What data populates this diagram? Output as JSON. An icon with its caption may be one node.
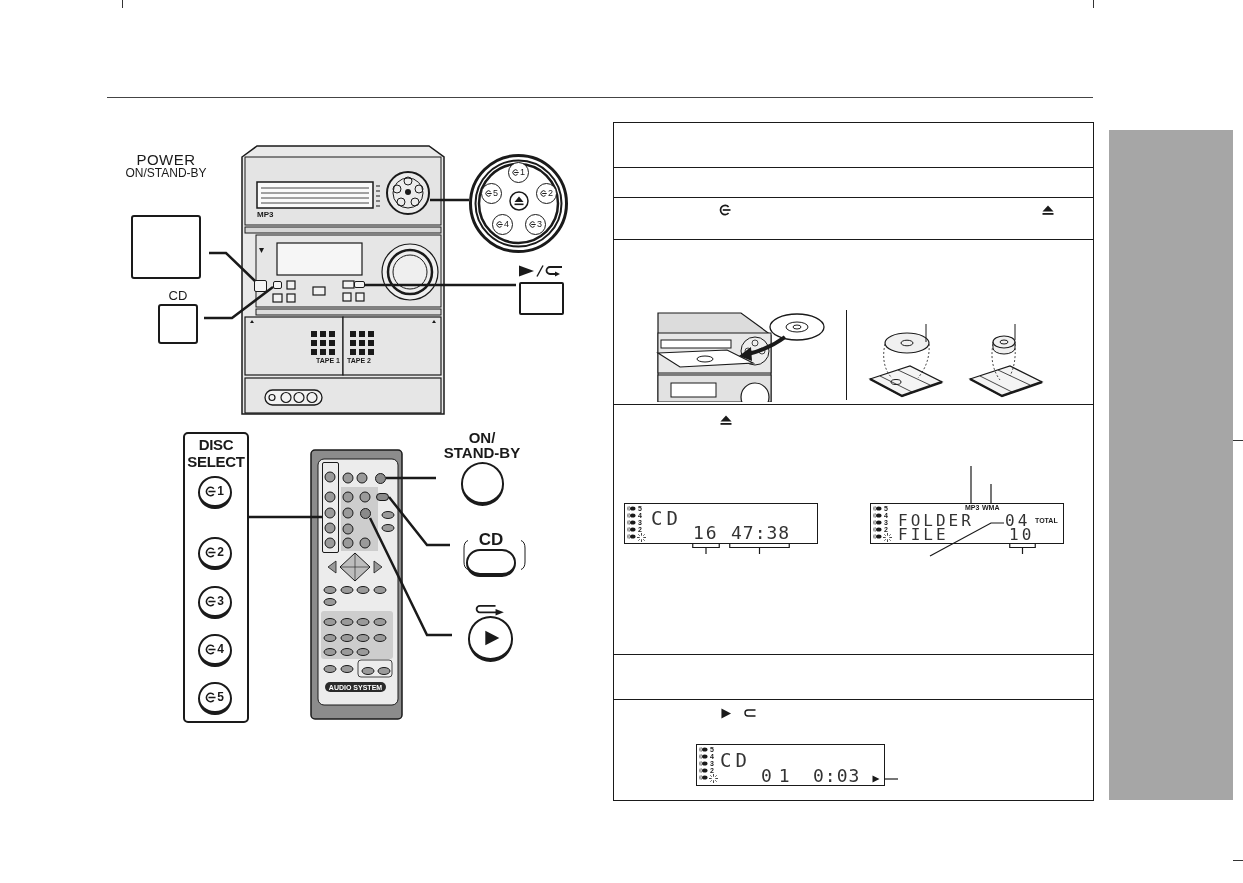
{
  "diagram": {
    "nodes": [
      {
        "text": [
          "POWER",
          "ON/STAND-BY"
        ]
      },
      {
        "text": [
          "CD"
        ]
      },
      {
        "text": [
          "MP3",
          "TAPE 1",
          "TAPE 2"
        ]
      },
      {
        "text": [],
        "shape": "box",
        "in": 2
      },
      {
        "text": [],
        "shape": "box",
        "in": 2
      },
      {
        "text": [],
        "shape": "circle",
        "in": 2
      },
      {
        "text": [],
        "shape": "box",
        "in": 2
      },
      {
        "text": [],
        "shape": "circle"
      },
      {
        "text": [
          "1"
        ],
        "in": 7
      },
      {
        "text": [
          "2"
        ],
        "in": 7
      },
      {
        "text": [
          "3"
        ],
        "in": 7
      },
      {
        "text": [
          "4"
        ],
        "in": 7
      },
      {
        "text": [
          "5"
        ],
        "in": 7
      },
      {
        "text": [],
        "shape": "box"
      },
      {
        "text": [
          "DISC SELECT"
        ]
      },
      {
        "text": [
          "1"
        ],
        "in": 14
      },
      {
        "text": [
          "2"
        ],
        "in": 14
      },
      {
        "text": [
          "3"
        ],
        "in": 14
      },
      {
        "text": [
          "4"
        ],
        "in": 14
      },
      {
        "text": [
          "5"
        ],
        "in": 14
      },
      {
        "text": [
          "AUDIO SYSTEM"
        ]
      },
      {
        "text": [],
        "shape": "box",
        "in": 20
      },
      {
        "text": [],
        "shape": "circle",
        "in": 20
      },
      {
        "text": [],
        "shape": "circle",
        "in": 20
      },
      {
        "text": [],
        "shape": "circle",
        "in": 20
      },
      {
        "text": [
          "ON/ STAND-BY"
        ]
      },
      {
        "text": [
          "CD"
        ]
      },
      {
        "text": [],
        "shape": "circle"
      },
      {
        "text": [
          "5",
          "4",
          "3",
          "2",
          "CD",
          "16",
          "47:38"
        ]
      },
      {
        "text": [
          "5",
          "4",
          "3",
          "2",
          "MP3",
          "WMA",
          "FOLDER",
          "04",
          "TOTAL",
          "FILE",
          "10"
        ]
      },
      {
        "text": [
          "5",
          "4",
          "3",
          "2",
          "CD",
          "01",
          "0:03"
        ]
      },
      {
        "text": [],
        "shape": "bar"
      }
    ],
    "edges": [
      {
        "from": 0,
        "to": 3,
        "arrow": "none"
      },
      {
        "from": 1,
        "to": 4,
        "arrow": "none"
      },
      {
        "from": 5,
        "to": 7,
        "arrow": "none"
      },
      {
        "from": 6,
        "to": 13,
        "arrow": "none"
      },
      {
        "from": 14,
        "to": 21,
        "arrow": "none"
      },
      {
        "from": 22,
        "to": 25,
        "arrow": "none"
      },
      {
        "from": 23,
        "to": 26,
        "arrow": "none"
      },
      {
        "from": 24,
        "to": 27,
        "arrow": "none"
      },
      {
        "from": 29,
        "to": null,
        "arrow": "none"
      },
      {
        "from": 29,
        "to": null,
        "arrow": "none"
      },
      {
        "from": 29,
        "to": null,
        "arrow": "none"
      },
      {
        "from": 30,
        "to": null,
        "arrow": "none"
      }
    ]
  }
}
